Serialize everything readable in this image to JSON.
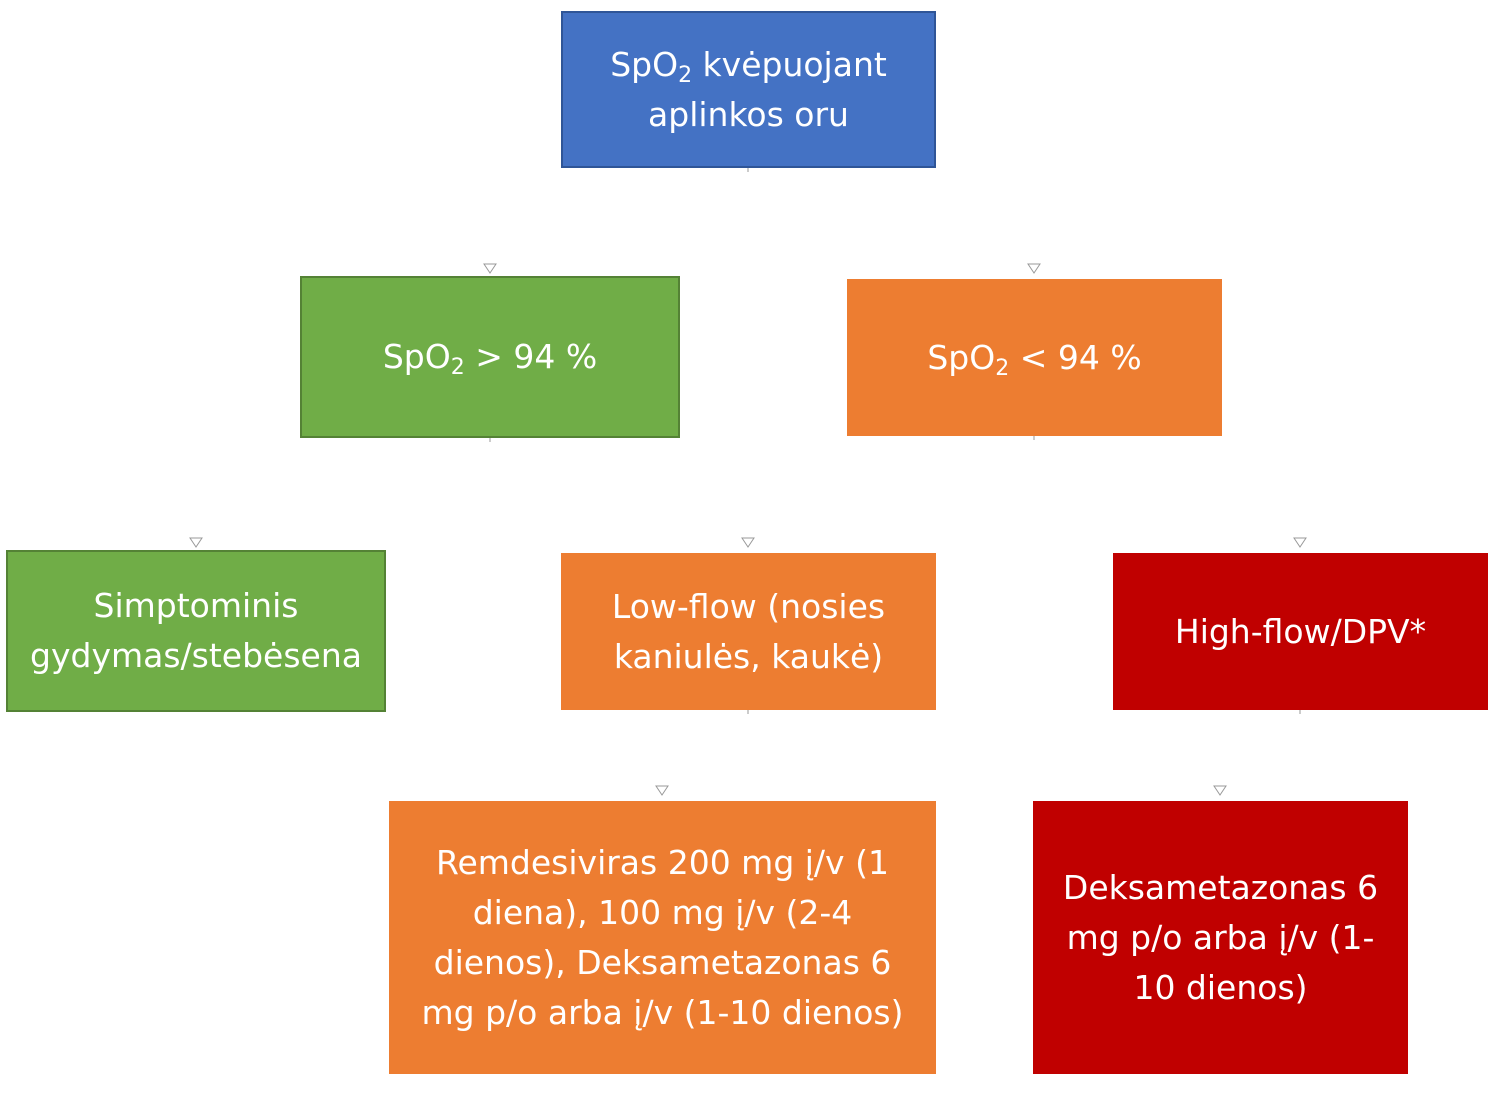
{
  "nodes": {
    "root": {
      "label": "SpO",
      "sub": "2",
      "rest": " kvėpuojant aplinkos oru",
      "color": "#4472c4"
    },
    "spo2_high": {
      "label": "SpO",
      "sub": "2",
      "rest": " > 94 %",
      "color": "#70ad47"
    },
    "spo2_low": {
      "label": "SpO",
      "sub": "2",
      "rest": " < 94 %",
      "color": "#ed7d31"
    },
    "symptomatic": {
      "label": "Simptominis gydymas/stebėsena",
      "color": "#70ad47"
    },
    "low_flow": {
      "label": "Low-flow (nosies kaniulės, kaukė)",
      "color": "#ed7d31"
    },
    "high_flow": {
      "label": "High-flow/DPV*",
      "color": "#c00000"
    },
    "remdesivir": {
      "label": "Remdesiviras 200 mg į/v (1 diena), 100 mg į/v (2-4 dienos), Deksametazonas 6 mg p/o arba į/v (1-10 dienos)",
      "color": "#ed7d31"
    },
    "dexamethasone": {
      "label": "Deksametazonas 6 mg p/o arba į/v (1-10 dienos)",
      "color": "#c00000"
    }
  },
  "edges": [
    {
      "from": "root",
      "to": "spo2_high"
    },
    {
      "from": "root",
      "to": "spo2_low"
    },
    {
      "from": "spo2_high",
      "to": "symptomatic"
    },
    {
      "from": "spo2_low",
      "to": "low_flow"
    },
    {
      "from": "spo2_low",
      "to": "high_flow"
    },
    {
      "from": "low_flow",
      "to": "remdesivir"
    },
    {
      "from": "high_flow",
      "to": "dexamethasone"
    }
  ]
}
